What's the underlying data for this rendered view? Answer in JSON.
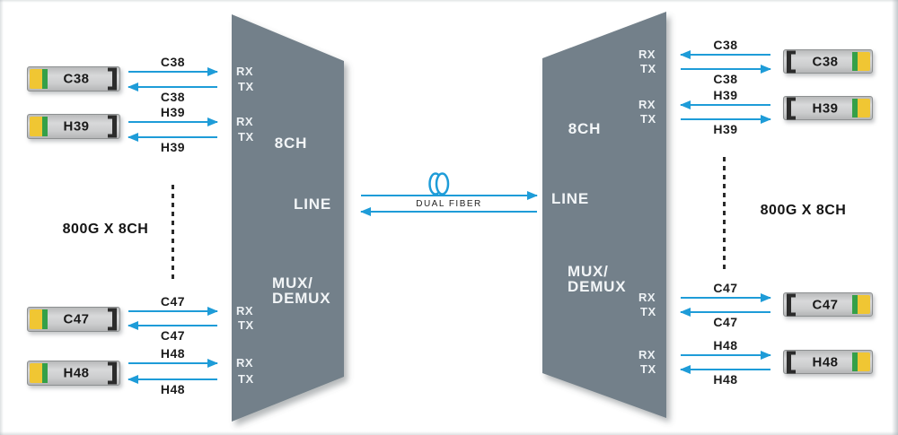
{
  "captions": {
    "left": "800G X 8CH",
    "right": "800G X 8CH"
  },
  "center_link": {
    "label": "DUAL FIBER",
    "icon": "fiber-coil-icon"
  },
  "ports": {
    "rx": "RX",
    "tx": "TX"
  },
  "mux_units": {
    "left": {
      "channels": "8CH",
      "line": "LINE",
      "name_line1": "MUX/",
      "name_line2": "DEMUX"
    },
    "right": {
      "channels": "8CH",
      "line": "LINE",
      "name_line1": "MUX/",
      "name_line2": "DEMUX"
    }
  },
  "channels": {
    "top": [
      "C38",
      "H39"
    ],
    "bottom": [
      "C47",
      "H48"
    ]
  },
  "colors": {
    "arrow_blue": "#1e9cd8",
    "mux_body": "#73808a",
    "module_yellow": "#f0c633",
    "module_green": "#35a048",
    "module_body": "#cbcccd",
    "label_text": "#1a1a1a",
    "port_text": "#edf1f4"
  }
}
